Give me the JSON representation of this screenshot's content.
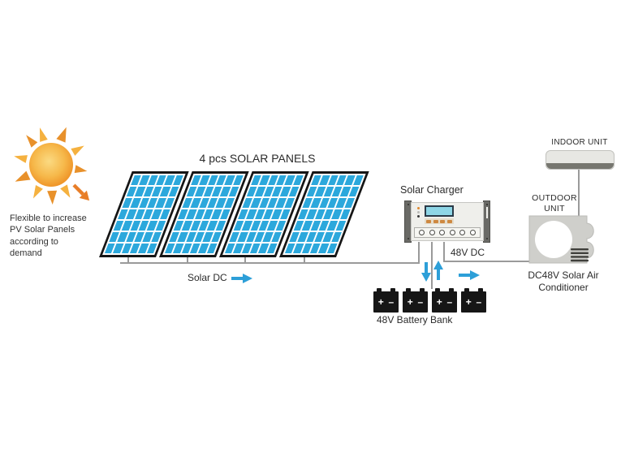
{
  "colors": {
    "accent_blue": "#2CA8DC",
    "arrow_blue": "#2D9FD8",
    "wire_gray": "#9A9A9A",
    "sun_orange": "#F09A28",
    "sun_ray_light": "#F5B13F",
    "sun_ray_dark": "#E8912B",
    "panel_frame": "#161616",
    "device_gray": "#CFCFCB"
  },
  "annotations": {
    "sun_note": "Flexible to increase PV Solar Panels according to demand",
    "panels_title": "4 pcs SOLAR PANELS",
    "solar_dc_label": "Solar DC",
    "dc_48v_label": "48V DC"
  },
  "solar_panels": {
    "count": 4,
    "rows": 7,
    "cols": 6
  },
  "charger": {
    "label": "Solar Charger",
    "buttons": 4,
    "terminals": 6
  },
  "battery_bank": {
    "label": "48V Battery Bank",
    "count": 4,
    "plus_symbol": "+",
    "minus_symbol": "–"
  },
  "air_conditioner": {
    "indoor_label": "INDOOR UNIT",
    "outdoor_label": "OUTDOOR UNIT",
    "name": "DC48V Solar Air Conditioner"
  }
}
